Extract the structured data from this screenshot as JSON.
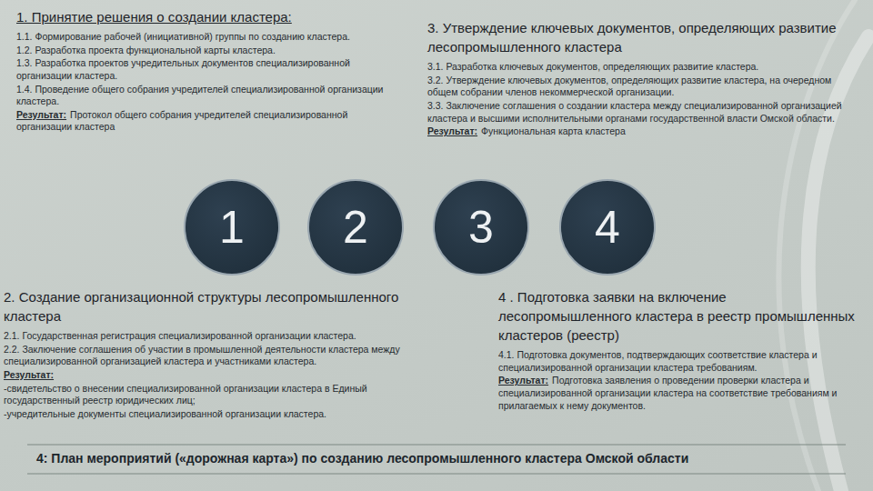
{
  "diagram": {
    "caption": "4: План мероприятий («дорожная карта») по созданию лесопромышленного кластера Омской области",
    "nodes": [
      {
        "text": [
          "1"
        ]
      },
      {
        "text": [
          "2"
        ]
      },
      {
        "text": [
          "3"
        ]
      },
      {
        "text": [
          "4"
        ]
      }
    ],
    "labels": [
      "1. Принятие решения о создании кластера:",
      "1.1. Формирование рабочей (инициативной) группы по созданию кластера.",
      "1.2. Разработка проекта функциональной карты кластера.",
      "1.3. Разработка проектов учредительных документов специализированной организации кластера.",
      "1.4. Проведение общего собрания учредителей специализированной организации кластера.",
      "Результат:",
      "Протокол общего собрания учредителей специализированной организации кластера",
      "3. Утверждение ключевых документов, определяющих развитие лесопромышленного кластера",
      "3.1. Разработка ключевых документов, определяющих развитие кластера.",
      "3.2. Утверждение ключевых документов, определяющих развитие кластера, на очередном общем собрании членов некоммерческой организации.",
      "3.3. Заключение соглашения о создании кластера между специализированной организацией кластера и высшими исполнительными органами государственной власти Омской области.",
      "Результат:",
      "Функциональная карта кластера",
      "2. Создание организационной структуры лесопромышленного кластера",
      "2.1. Государственная регистрация специализированной организации кластера.",
      "2.2. Заключение соглашения об участии в промышленной деятельности кластера между специализированной организацией кластера и участниками кластера.",
      "Результат:",
      "-свидетельство о внесении специализированной организации кластера в Единый государственный реестр юридических лиц;",
      "-учредительные документы специализированной организации кластера.",
      "4 . Подготовка заявки на включение лесопромышленного кластера в реестр промышленных кластеров (реестр)",
      "4.1. Подготовка документов, подтверждающих соответствие кластера и специализированной организации кластера требованиям.",
      "Результат:",
      "Подготовка заявления о проведении проверки кластера и специализированной организации кластера на соответствие требованиям и прилагаемых к нему документов."
    ]
  }
}
